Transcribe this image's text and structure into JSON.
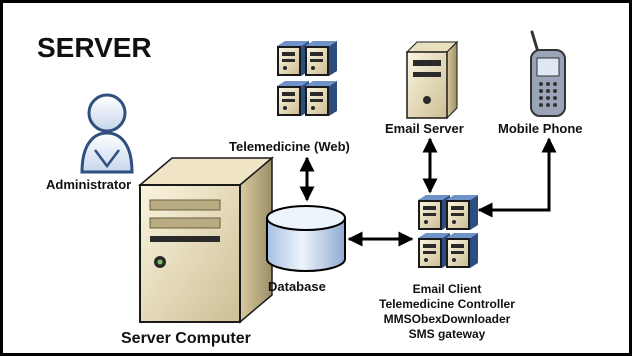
{
  "title": "SERVER",
  "labels": {
    "administrator": "Administrator",
    "telemedicine_web": "Telemedicine (Web)",
    "email_server": "Email Server",
    "mobile_phone": "Mobile Phone",
    "database": "Database",
    "server_computer": "Server Computer",
    "controller_lines": [
      "Email Client",
      "Telemedicine Controller",
      "MMSObexDownloader",
      "SMS gateway"
    ]
  },
  "connections": [
    {
      "from": "telemedicine_web",
      "to": "database",
      "direction": "both"
    },
    {
      "from": "database",
      "to": "controller",
      "direction": "both"
    },
    {
      "from": "email_server",
      "to": "controller",
      "direction": "both"
    },
    {
      "from": "mobile_phone",
      "to": "controller",
      "direction": "both"
    }
  ]
}
